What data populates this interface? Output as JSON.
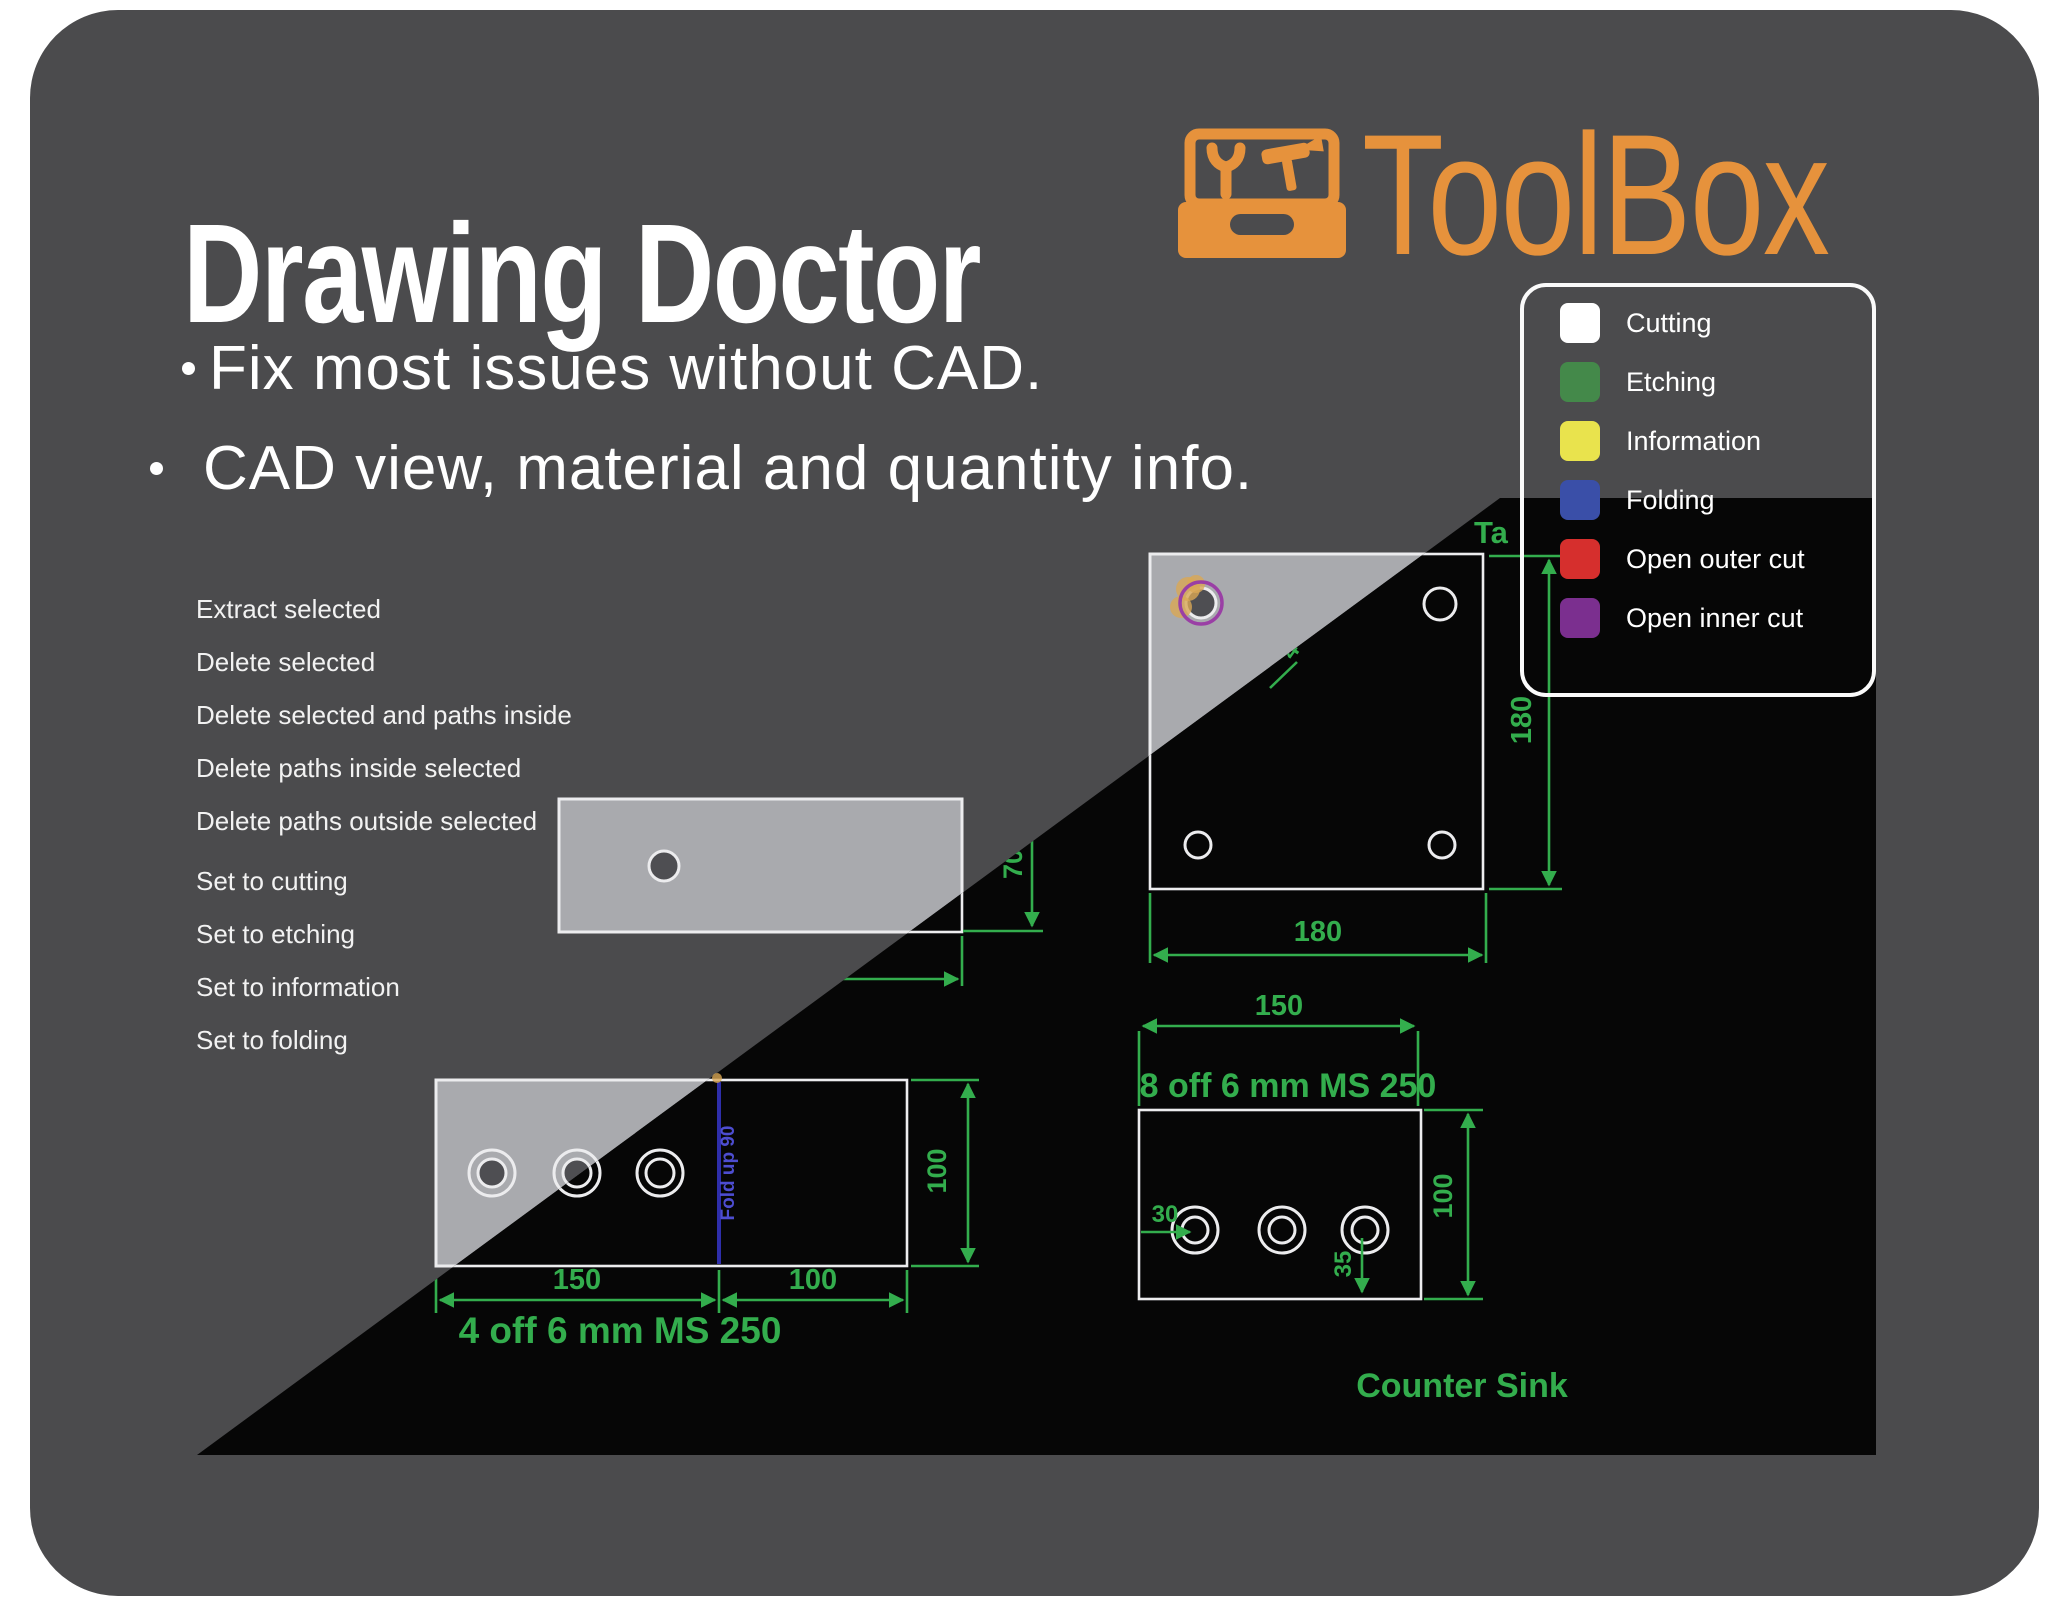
{
  "slide": {
    "background": "#ffffff",
    "frame_color": "#4b4b4d"
  },
  "header": {
    "title": "Drawing Doctor",
    "bullets": [
      "Fix most issues without CAD.",
      "CAD view, material and quantity info."
    ]
  },
  "logo": {
    "name": "ToolBox",
    "color": "#e6923c",
    "icon": "toolbox-icon"
  },
  "legend": {
    "items": [
      {
        "label": "Cutting",
        "color": "#ffffff"
      },
      {
        "label": "Etching",
        "color": "#44894a"
      },
      {
        "label": "Information",
        "color": "#e9e34d"
      },
      {
        "label": "Folding",
        "color": "#3a4fa8"
      },
      {
        "label": "Open outer cut",
        "color": "#d62f2d"
      },
      {
        "label": "Open inner cut",
        "color": "#7b2f8f"
      }
    ]
  },
  "context_menu": {
    "items": [
      "Extract selected",
      "Delete selected",
      "Delete selected and paths inside",
      "Delete paths inside selected",
      "Delete paths outside selected",
      "Set to cutting",
      "Set to etching",
      "Set to information",
      "Set to folding"
    ]
  },
  "cad": {
    "colors": {
      "background": "#060606",
      "line_green": "#33ad4d",
      "fold_blue": "#2e2eaa",
      "fold_text_blue": "#4d4dd0",
      "selection_purple": "#9a3fa5",
      "highlight_orange": "#d9a855",
      "plate_ghost": "#a9aaae",
      "plate_outline": "#ececee"
    },
    "labels": {
      "top_truncated": "Ta",
      "hole_diameter": "4",
      "plate3": "4 off 6 mm MS 250",
      "plate4": "8 off 6 mm MS 250",
      "countersink": "Counter Sink",
      "fold": "Fold up 90"
    },
    "dims": {
      "plate1_height": "70",
      "plate2_width": "180",
      "plate2_height": "180",
      "plate3_seg1": "150",
      "plate3_seg2": "100",
      "plate3_height": "100",
      "plate4_width": "150",
      "plate4_height": "100",
      "plate4_hole_offset": "30",
      "plate4_hole_depth": "35"
    }
  }
}
